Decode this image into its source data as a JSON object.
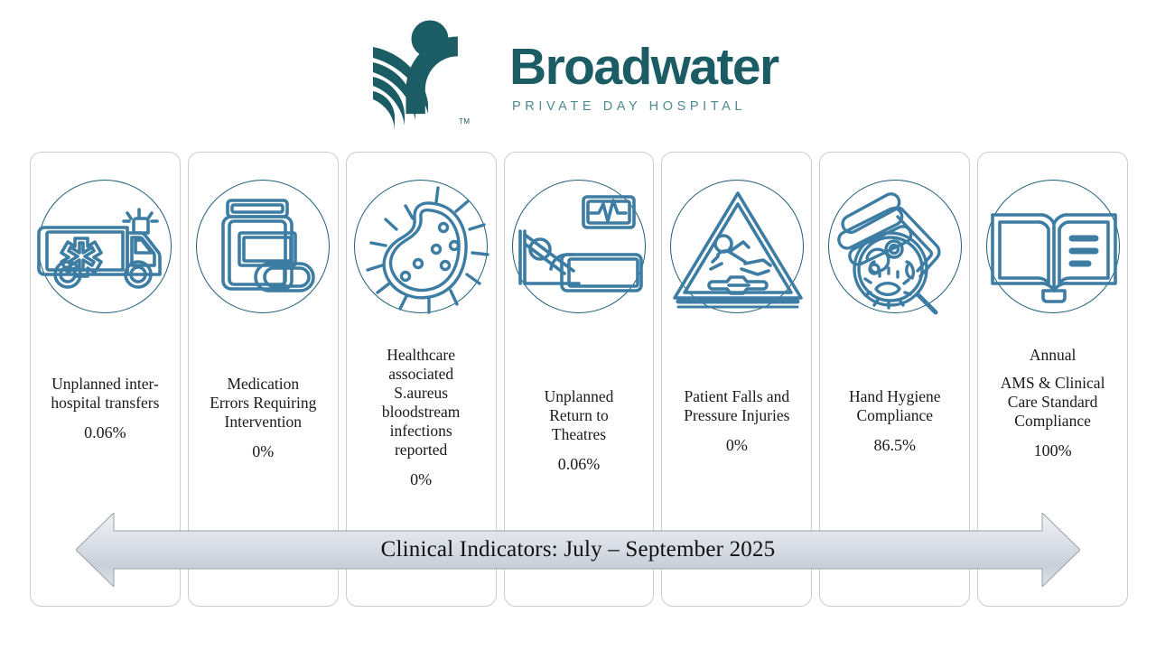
{
  "brand": {
    "name": "Broadwater",
    "tagline": "PRIVATE DAY HOSPITAL",
    "trademark": "TM",
    "logo_icon": "broadwater-figure-logo",
    "color_primary": "#1b5c65",
    "color_tagline": "#4e8a90"
  },
  "theme": {
    "icon_stroke": "#3d7ca3",
    "circle_stroke": "#1f5f7a",
    "card_border": "#c8ccd0",
    "banner_fill_light": "#e9ecef",
    "banner_fill_dark": "#c5ccd6",
    "banner_border": "#9aa2ac",
    "text": "#1a1a1a",
    "background": "#ffffff"
  },
  "banner": {
    "title": "Clinical Indicators: July – September 2025",
    "icon": "double-headed-arrow"
  },
  "cards": [
    {
      "icon": "ambulance-icon",
      "label": "Unplanned inter-\nhospital transfers",
      "sublabel": "",
      "value": "0.06%",
      "align": "v-mid"
    },
    {
      "icon": "medication-bottle-icon",
      "label": "Medication\nErrors Requiring\nIntervention",
      "sublabel": "",
      "value": "0%",
      "align": "v-mid"
    },
    {
      "icon": "bacteria-icon",
      "label": "Healthcare\nassociated\nS.aureus\nbloodstream\ninfections\nreported",
      "sublabel": "",
      "value": "0%",
      "align": "v-high"
    },
    {
      "icon": "hospital-bed-monitor-icon",
      "label": "Unplanned\nReturn to\nTheatres",
      "sublabel": "",
      "value": "0.06%",
      "align": "v-low"
    },
    {
      "icon": "slip-hazard-icon",
      "label": "Patient Falls and\nPressure Injuries",
      "sublabel": "",
      "value": "0%",
      "align": "v-low"
    },
    {
      "icon": "hand-hygiene-icon",
      "label": "Hand Hygiene\nCompliance",
      "sublabel": "",
      "value": "86.5%",
      "align": "v-low"
    },
    {
      "icon": "open-book-icon",
      "label": "Annual",
      "sublabel": "AMS & Clinical\nCare Standard\nCompliance",
      "value": "100%",
      "align": "v-high"
    }
  ]
}
